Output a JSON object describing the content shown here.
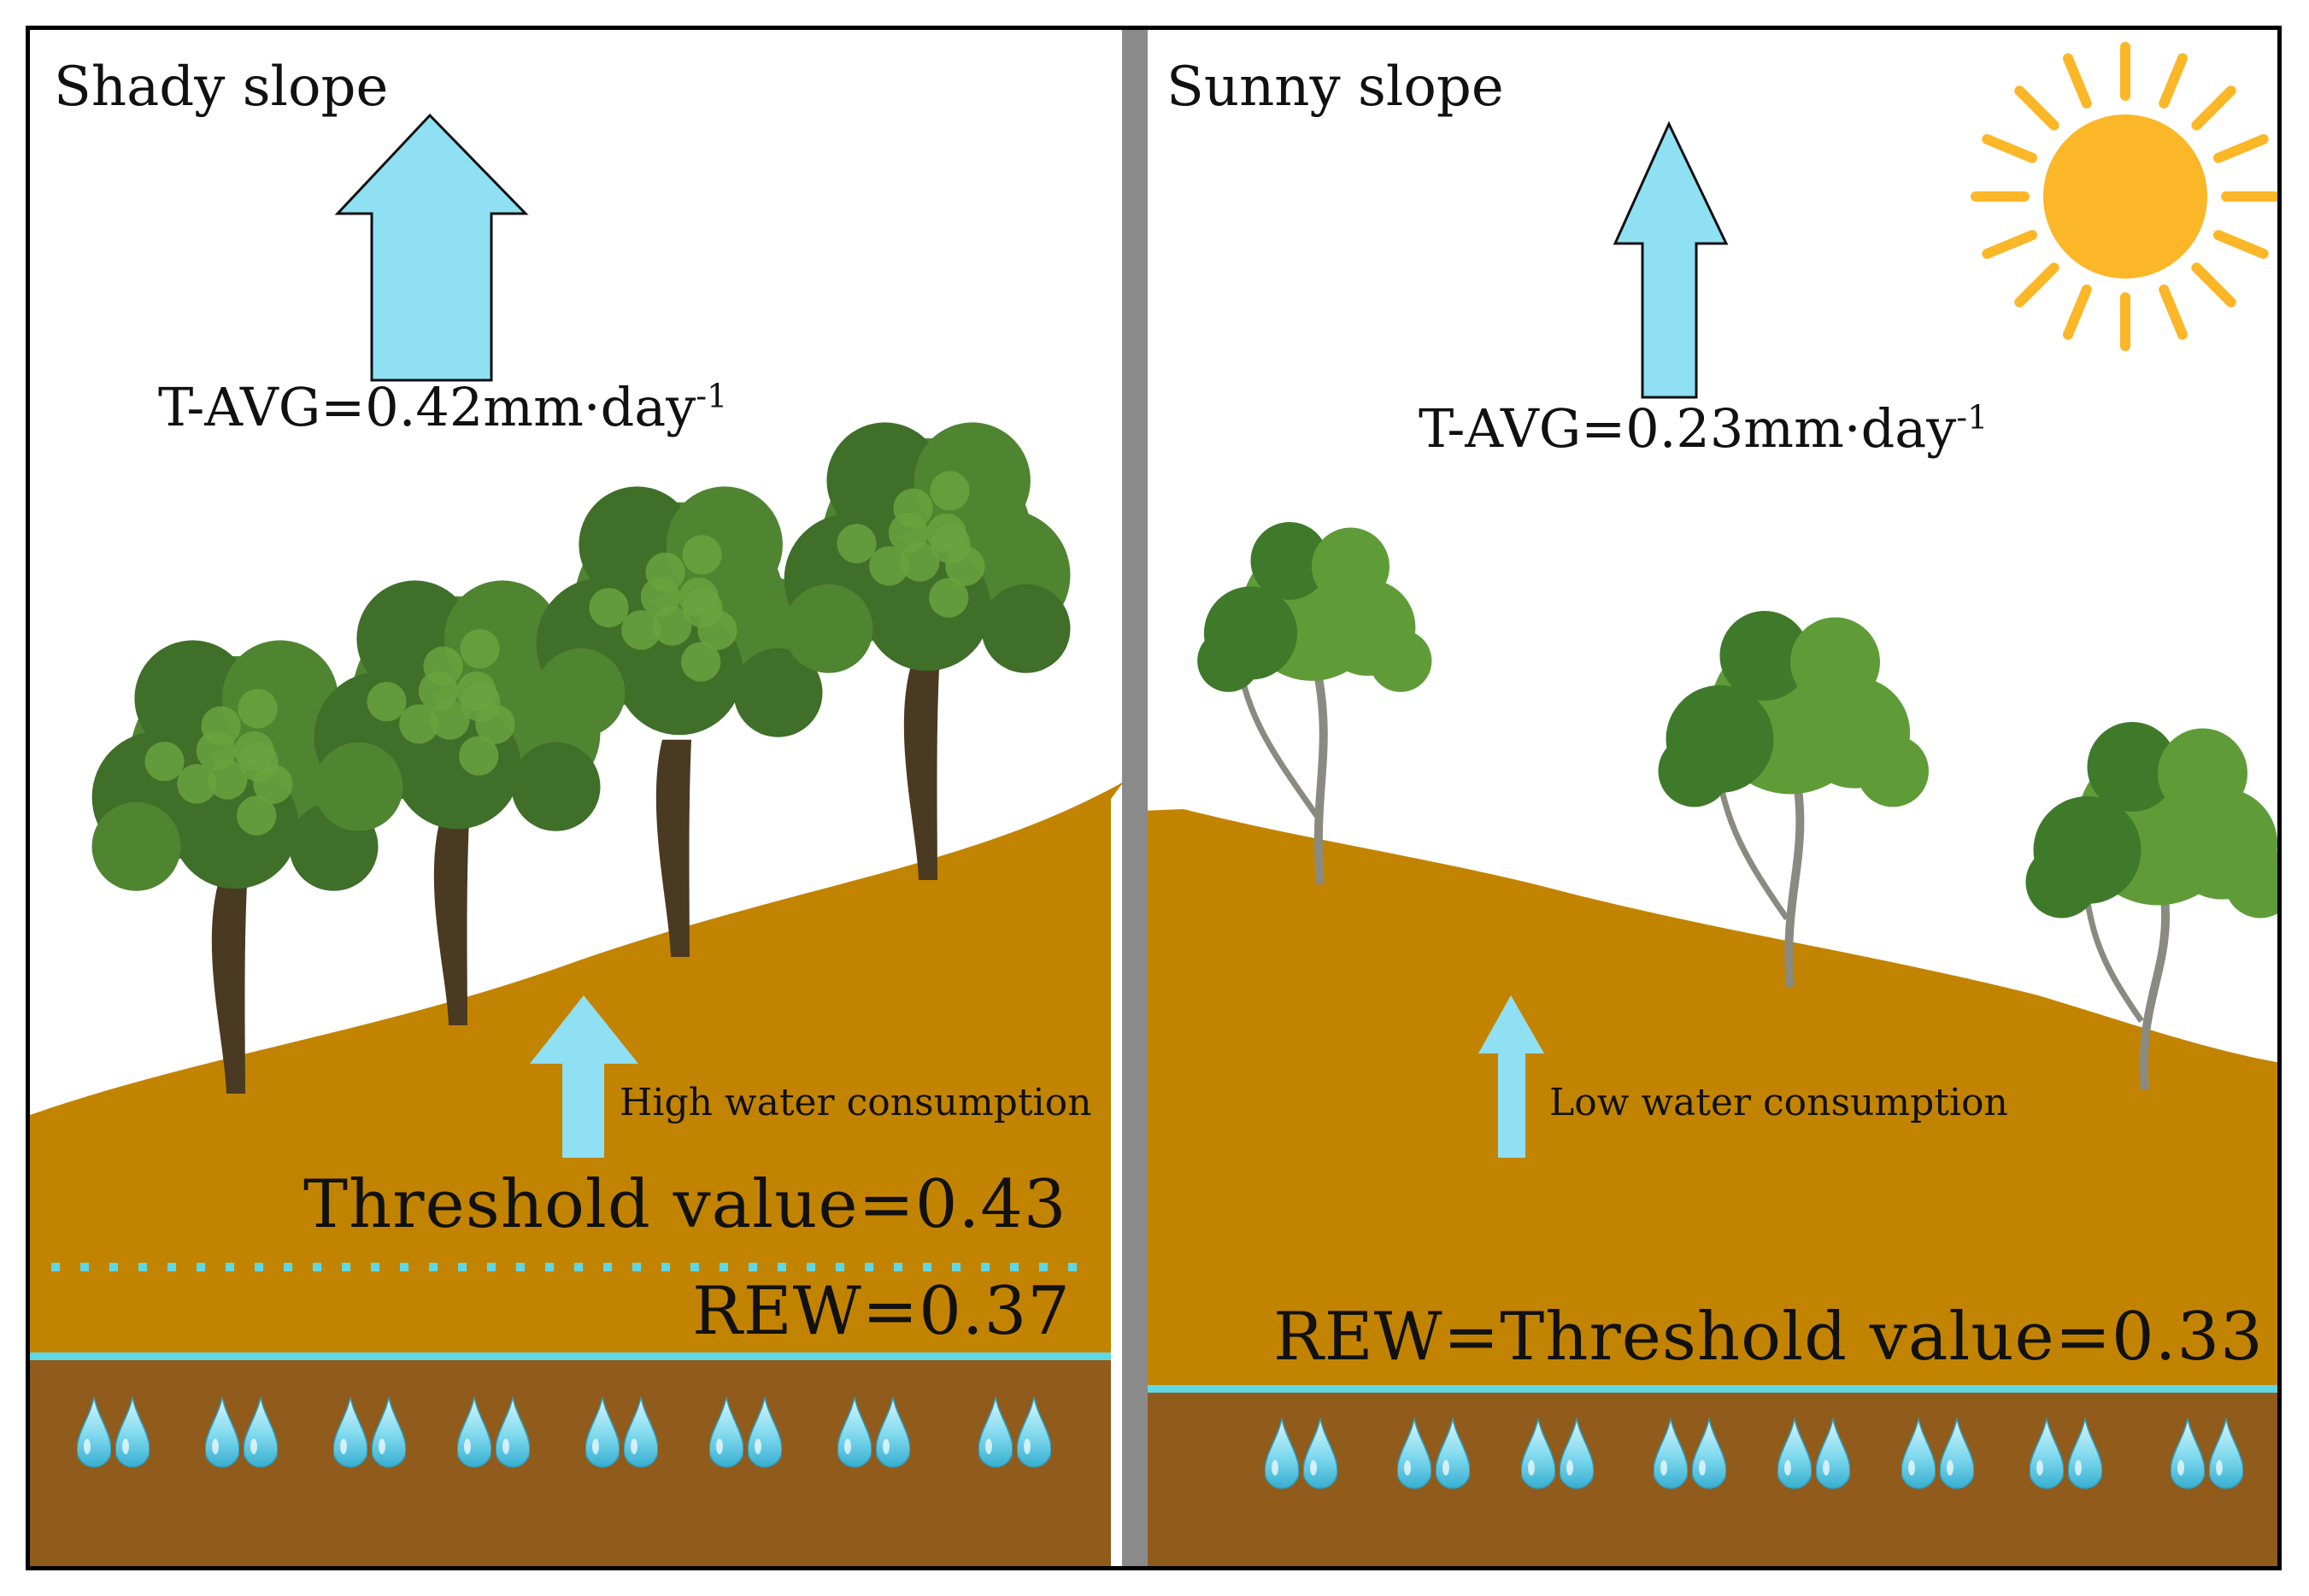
{
  "left_panel": {
    "title": "Shady slope",
    "t_avg": {
      "text": "T-AVG=0.42mm·day",
      "exponent": "-1"
    },
    "consumption_label": "High water consumption",
    "threshold_label": "Threshold value=0.43",
    "rew_label": "REW=0.37"
  },
  "right_panel": {
    "title": "Sunny slope",
    "t_avg": {
      "text": "T-AVG=0.23mm·day",
      "exponent": "-1"
    },
    "consumption_label": "Low water consumption",
    "rew_threshold_label": "REW=Threshold value=0.33"
  },
  "colors": {
    "soil_upper": "#c28400",
    "soil_lower": "#915b1c",
    "water_line": "#5fd8e6",
    "arrow": "#8fe0f3",
    "sun": "#fbb728",
    "divider": "#8a8a8a",
    "leaf_dark": "#3f6f28",
    "leaf_light": "#5f9c38"
  },
  "icons": [
    "arrow-up-icon",
    "sun-icon",
    "tree-icon",
    "water-drop-icon"
  ]
}
